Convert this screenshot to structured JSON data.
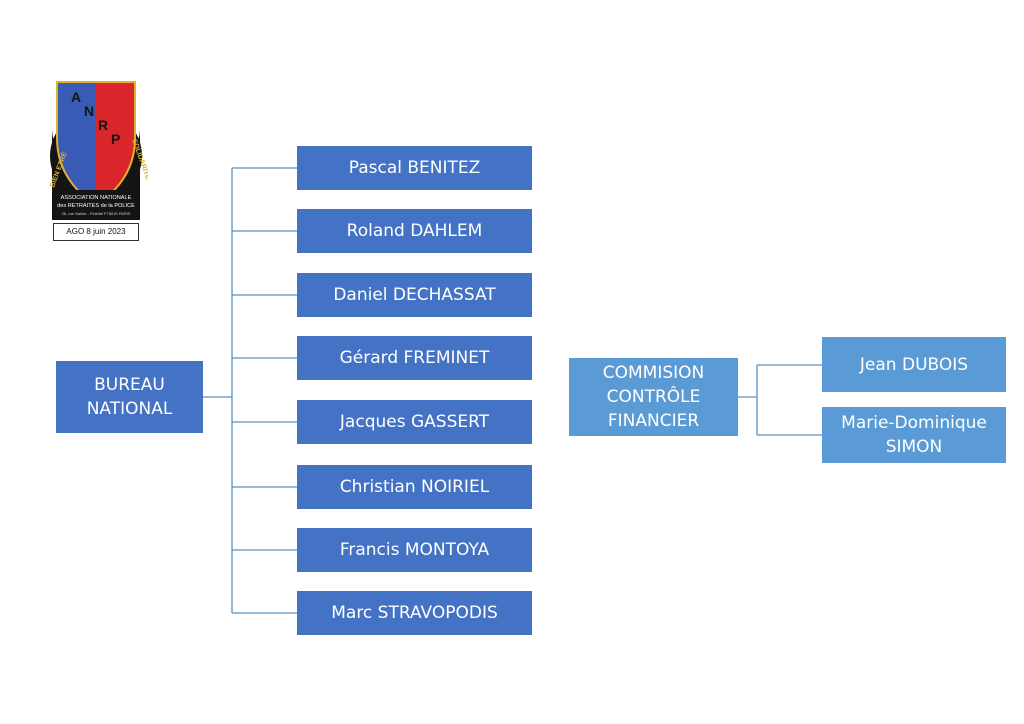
{
  "logo": {
    "letters": [
      "A",
      "N",
      "R",
      "P"
    ],
    "left_motto": "BIEN ETRE",
    "right_motto": "SOLIDARITE",
    "banner_line1": "ASSOCIATION NATIONALE",
    "banner_line2": "des RETRAITES de la POLICE",
    "banner_line3": "26, rue Sainte - Fidélité F75015 PARIS",
    "colors": {
      "blue": "#3a5bb5",
      "red": "#d9262b",
      "black": "#141414",
      "gold": "#e1b230"
    }
  },
  "event_label": "AGO 8 juin 2023",
  "bureau": {
    "title": "BUREAU\nNATIONAL",
    "members": [
      "Pascal BENITEZ",
      "Roland DAHLEM",
      "Daniel DECHASSAT",
      "Gérard FREMINET",
      "Jacques GASSERT",
      "Christian NOIRIEL",
      "Francis MONTOYA",
      "Marc STRAVOPODIS"
    ]
  },
  "commission": {
    "title": "COMMISION\nCONTRÔLE\nFINANCIER",
    "members": [
      "Jean DUBOIS",
      "Marie-Dominique\nSIMON"
    ]
  },
  "colors": {
    "box_dark": "#4472c4",
    "box_light": "#5b9bd5",
    "connector": "#5b8fc4"
  }
}
